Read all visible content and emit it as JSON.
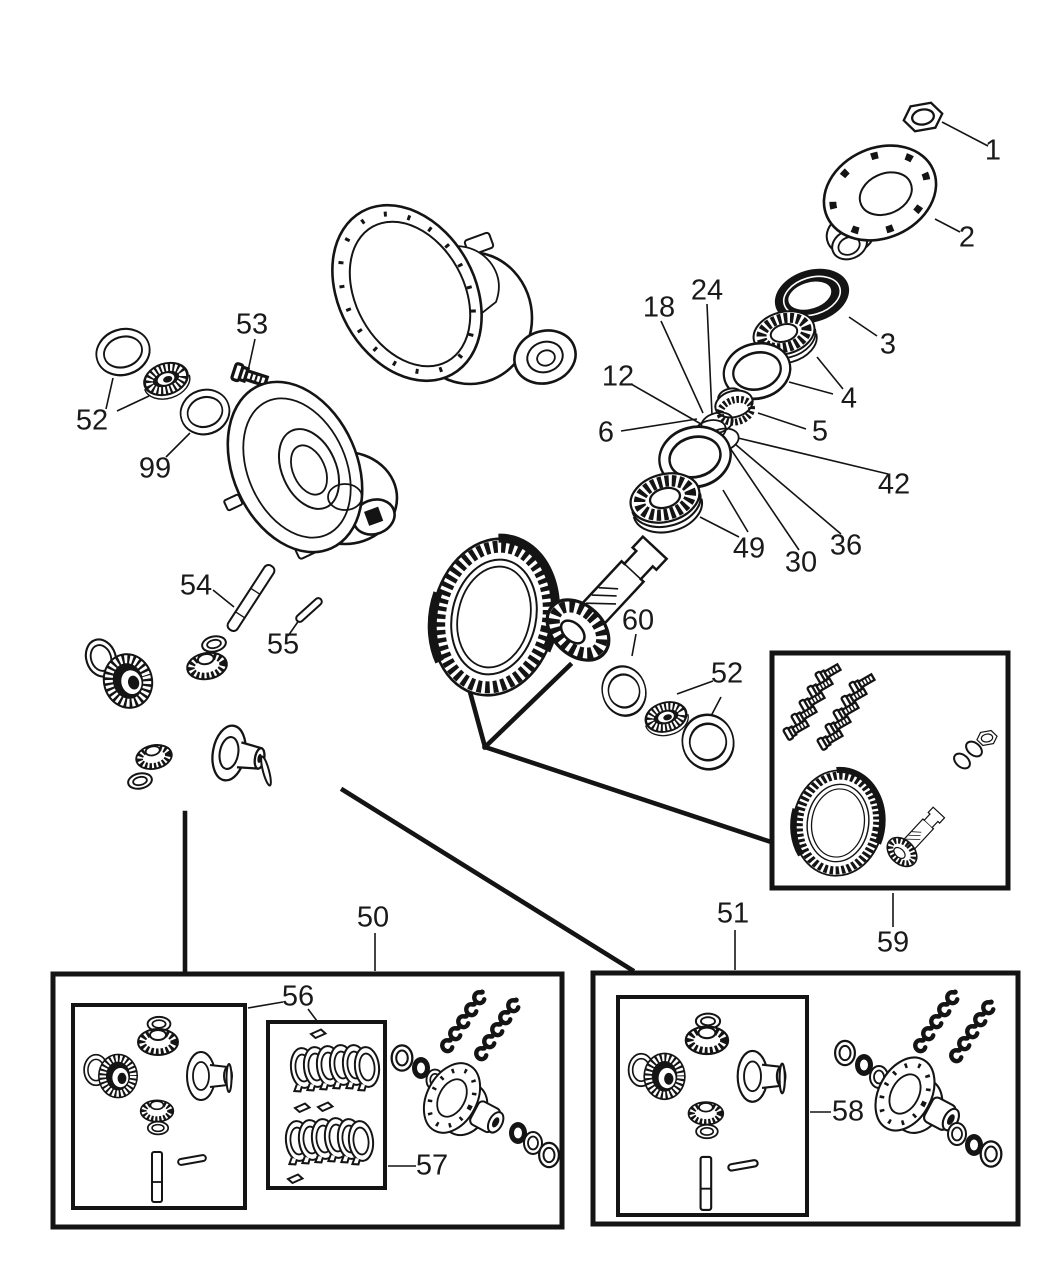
{
  "figure": {
    "kind": "exploded-parts-diagram",
    "subject": "differential and carrier assembly",
    "background_color": "#ffffff",
    "line_color": "#141414"
  },
  "callouts": [
    "1",
    "2",
    "3",
    "4",
    "5",
    "42",
    "36",
    "30",
    "49",
    "18",
    "24",
    "12",
    "6",
    "53",
    "52",
    "99",
    "54",
    "55",
    "60",
    "52",
    "50",
    "51",
    "59",
    "56",
    "57",
    "58"
  ]
}
